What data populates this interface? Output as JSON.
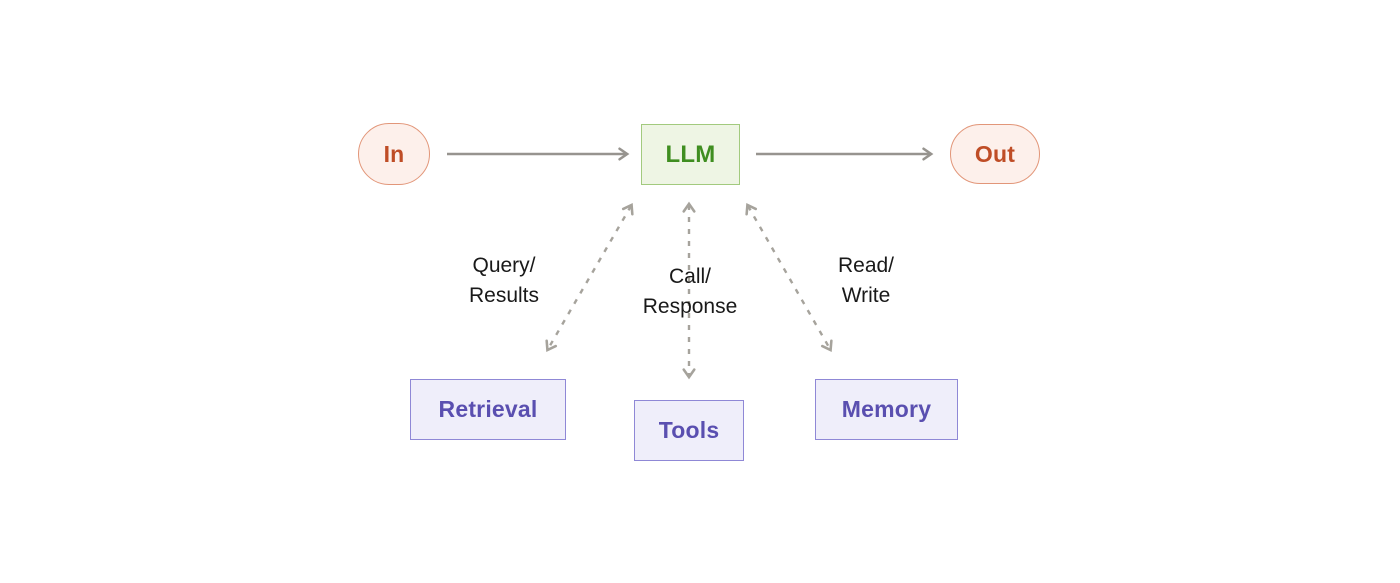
{
  "diagram": {
    "nodes": {
      "in": {
        "label": "In",
        "shape": "pill",
        "role": "input"
      },
      "llm": {
        "label": "LLM",
        "shape": "rectangle",
        "role": "model"
      },
      "out": {
        "label": "Out",
        "shape": "pill",
        "role": "output"
      },
      "retrieval": {
        "label": "Retrieval",
        "shape": "rectangle",
        "role": "module"
      },
      "tools": {
        "label": "Tools",
        "shape": "rectangle",
        "role": "module"
      },
      "memory": {
        "label": "Memory",
        "shape": "rectangle",
        "role": "module"
      }
    },
    "edge_labels": {
      "retrieval": "Query/\nResults",
      "tools": "Call/\nResponse",
      "memory": "Read/\nWrite"
    },
    "edges": [
      {
        "from": "in",
        "to": "llm",
        "style": "solid",
        "bidirectional": false,
        "label": ""
      },
      {
        "from": "llm",
        "to": "out",
        "style": "solid",
        "bidirectional": false,
        "label": ""
      },
      {
        "from": "llm",
        "to": "retrieval",
        "style": "dashed",
        "bidirectional": true,
        "label": "Query/Results"
      },
      {
        "from": "llm",
        "to": "tools",
        "style": "dashed",
        "bidirectional": true,
        "label": "Call/Response"
      },
      {
        "from": "llm",
        "to": "memory",
        "style": "dashed",
        "bidirectional": true,
        "label": "Read/Write"
      }
    ]
  },
  "colors": {
    "node-io-bg": "#fdf0eb",
    "node-io-border": "#e29679",
    "node-io-text": "#bf4d26",
    "node-llm-bg": "#eef5e4",
    "node-llm-border": "#a2ca7e",
    "node-llm-text": "#3f8e20",
    "node-module-bg": "#efeefa",
    "node-module-border": "#8f88d6",
    "node-module-text": "#5a4fb0",
    "arrow-solid": "#97948f",
    "arrow-dashed": "#a6a39c",
    "label-text": "#191919",
    "canvas-bg": "#ffffff"
  }
}
